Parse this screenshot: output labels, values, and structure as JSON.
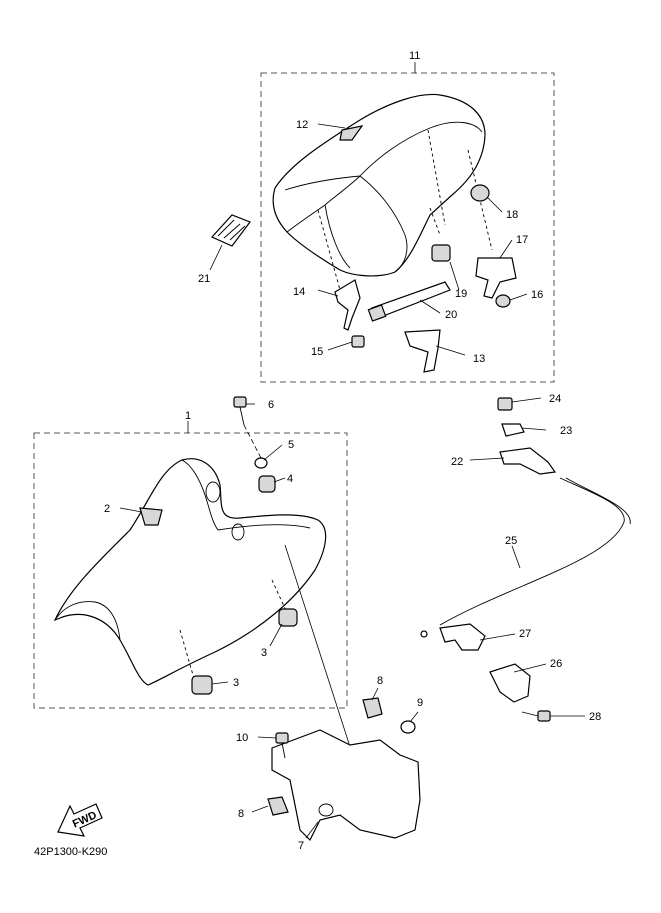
{
  "callouts": [
    "1",
    "2",
    "3",
    "3",
    "4",
    "5",
    "6",
    "7",
    "8",
    "8",
    "9",
    "10",
    "11",
    "12",
    "13",
    "14",
    "15",
    "16",
    "17",
    "18",
    "19",
    "20",
    "21",
    "22",
    "23",
    "24",
    "25",
    "26",
    "27",
    "28"
  ],
  "fwd_label": "FWD",
  "diagram_code": "42P1300-K290"
}
